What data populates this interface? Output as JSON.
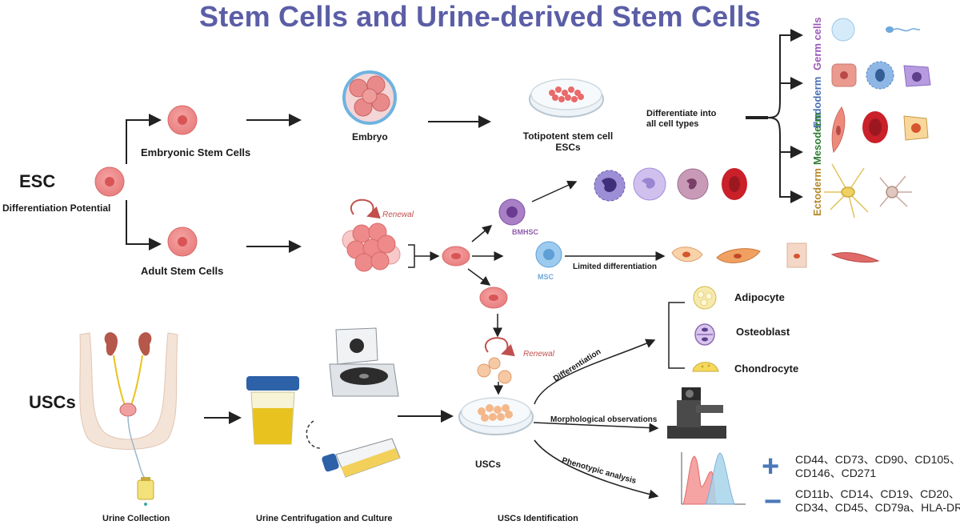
{
  "title": "Stem Cells and Urine-derived Stem Cells",
  "labels": {
    "esc": "ESC",
    "differentiation_potential": "Differentiation Potential",
    "embryonic_stem_cells": "Embryonic Stem Cells",
    "adult_stem_cells": "Adult Stem Cells",
    "embryo": "Embryo",
    "totipotent_line1": "Totipotent stem cell",
    "totipotent_line2": "ESCs",
    "differentiate_line1": "Differentiate into",
    "differentiate_line2": "all cell types",
    "renewal": "Renewal",
    "bmhsc": "BMHSC",
    "msc": "MSC",
    "limited_differentiation": "Limited differentiation",
    "uscs_big": "USCs",
    "uscs_dish": "USCs",
    "urine_collection": "Urine Collection",
    "urine_centrifugation": "Urine Centrifugation and Culture",
    "uscs_identification": "USCs Identification",
    "differentiation": "Differentiation",
    "morphological_observations": "Morphological observations",
    "phenotypic_analysis": "Phenotypic analysis",
    "adipocyte": "Adipocyte",
    "osteoblast": "Osteoblast",
    "chondrocyte": "Chondrocyte"
  },
  "germ_layers": [
    {
      "name": "Germ cells",
      "color": "#9b59b6"
    },
    {
      "name": "Endoderm",
      "color": "#4a6fb5"
    },
    {
      "name": "Mesoderm",
      "color": "#2e7d32"
    },
    {
      "name": "Ectoderm",
      "color": "#b5892b"
    }
  ],
  "markers": {
    "positive_symbol": "+",
    "positive_line1": "CD44、CD73、CD90、CD105、",
    "positive_line2": "CD146、CD271",
    "negative_symbol": "−",
    "negative_line1": "CD11b、CD14、CD19、CD20、",
    "negative_line2": "CD34、CD45、CD79a、HLA-DR",
    "symbol_color": "#4a78b8"
  },
  "colors": {
    "title": "#5b5ea6",
    "cell_fill": "#ee8a8a",
    "cell_nucleus": "#d95555",
    "renewal": "#c0504d",
    "bmhsc": "#8e5cab",
    "msc": "#6fa8dc",
    "urine": "#e8c21e"
  }
}
